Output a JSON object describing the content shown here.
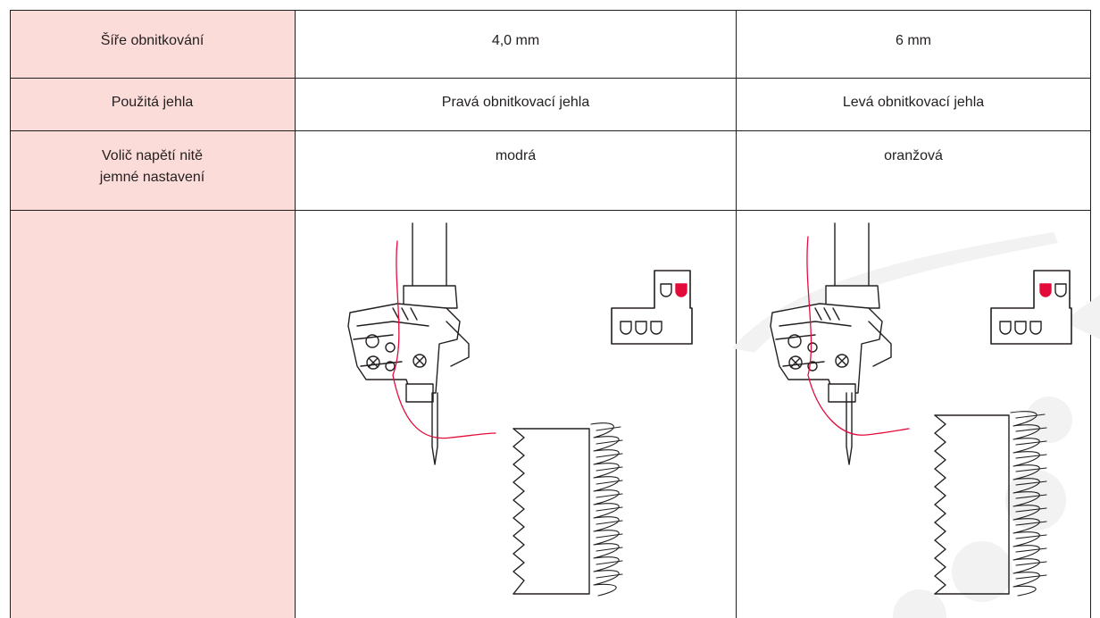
{
  "table": {
    "rows": [
      {
        "label": "Šíře obnitkování",
        "right": "4,0 mm",
        "left": "6 mm"
      },
      {
        "label": "Použitá jehla",
        "right": "Pravá obnitkovací jehla",
        "left": "Levá obnitkovací jehla"
      },
      {
        "label_line1": "Volič napětí nitě",
        "label_line2": "jemné nastavení",
        "right": "modrá",
        "left": "oranžová"
      }
    ]
  },
  "colors": {
    "label_bg": "#fcdcd8",
    "thread": "#e30b3c",
    "line": "#231f20"
  },
  "illustrations": [
    {
      "needle": "right",
      "selected_slot": "upper-right"
    },
    {
      "needle": "left",
      "selected_slot": "upper-left"
    }
  ]
}
